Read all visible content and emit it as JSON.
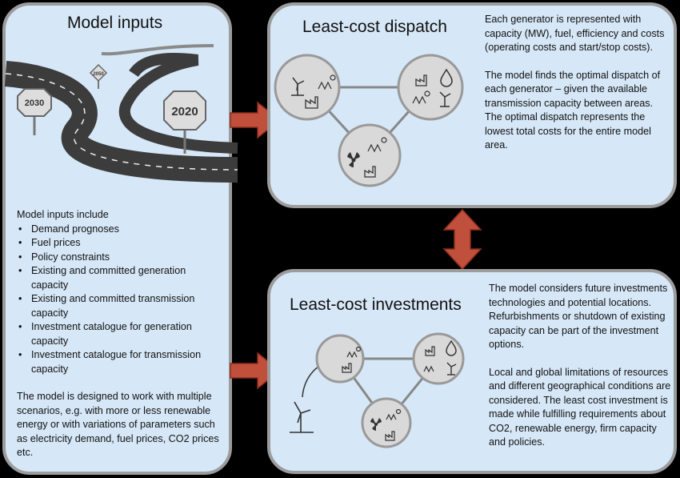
{
  "inputs": {
    "title": "Model inputs",
    "list_intro": "Model inputs include",
    "items": [
      "Demand prognoses",
      "Fuel prices",
      "Policy constraints",
      "Existing and committed generation capacity",
      "Existing and committed transmission capacity",
      "Investment catalogue for generation capacity",
      "Investment catalogue for transmission capacity"
    ],
    "footer": "The model is designed to work with multiple scenarios, e.g. with more or less renewable energy or with variations of parameters such as electricity demand, fuel prices, CO2 prices etc.",
    "signs": [
      "2030",
      "2050",
      "2020"
    ]
  },
  "dispatch": {
    "title": "Least-cost dispatch",
    "para1": "Each generator is represented with capacity (MW), fuel, efficiency and costs (operating costs and start/stop costs).",
    "para2": "The model finds the optimal dispatch of each generator – given the available transmission capacity between areas. The optimal dispatch represents the lowest total costs for the entire model area."
  },
  "investments": {
    "title": "Least-cost investments",
    "para1": "The model considers future investments technologies and potential locations. Refurbishments or shutdown of existing capacity can be part of the investment options.",
    "para2": "Local and global limitations of resources and different geographical conditions are considered. The least cost investment is made while fulfilling requirements about CO2, renewable energy, firm capacity and policies."
  },
  "colors": {
    "panel_fill": "#d6e7f7",
    "panel_border": "#9c9c9c",
    "arrow_red": "#c0503c",
    "node_fill": "#d9d9d9",
    "road": "#3a3a3a"
  }
}
